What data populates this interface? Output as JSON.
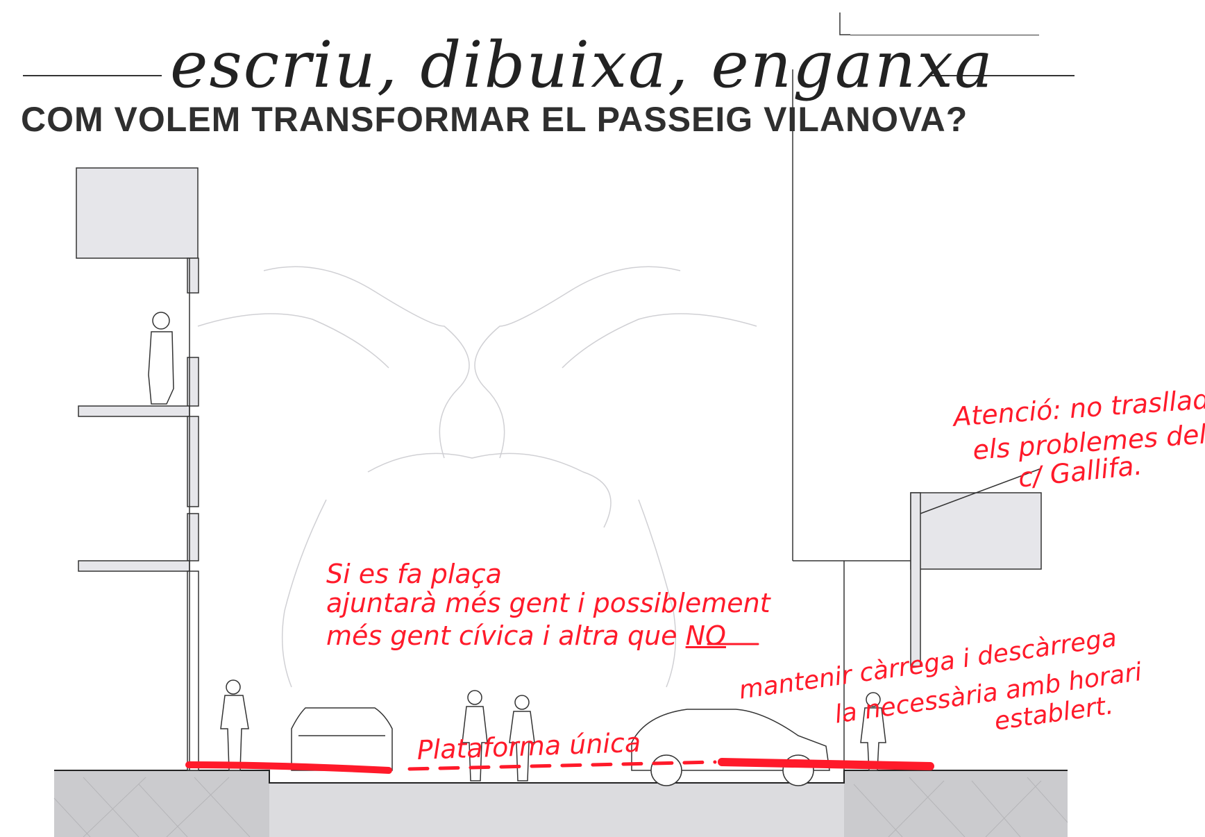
{
  "header": {
    "script_title": "escriu, dibuixa, enganxa",
    "main_title": "COM VOLEM TRANSFORMAR EL PASSEIG VILANOVA?"
  },
  "annotations": {
    "atencio": [
      "Atenció: no traslladar",
      "els problemes del",
      "c/ Gallifa."
    ],
    "plaça": {
      "line1": "Si es fa plaça",
      "line2": "ajuntarà més gent i possiblement",
      "line3_pre": "més gent cívica i altra que ",
      "line3_underlined": "NO"
    },
    "carrega": [
      "mantenir càrrega i descàrrega",
      "la necessària amb horari",
      "establert."
    ],
    "plataforma": "Plataforma única"
  },
  "colors": {
    "ink": "#2f2f2f",
    "marker_red": "#ff1a2a",
    "building_grey": "#e6e6ea",
    "pavement_grey": "#c9c9cc"
  }
}
